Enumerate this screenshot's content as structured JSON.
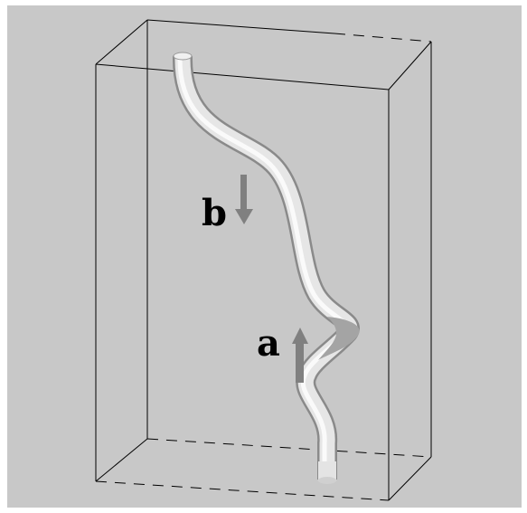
{
  "labels": {
    "a": "a",
    "b": "b"
  },
  "colors": {
    "background": "#c8c8c8",
    "frame": "#ffffff",
    "box_edges": "#000000",
    "tube_base": "#e8e8e8",
    "tube_shadow": "#8a8a8a",
    "arrows": "#808080"
  },
  "arrows": [
    {
      "label": "b",
      "direction": "down"
    },
    {
      "label": "a",
      "direction": "up"
    }
  ]
}
